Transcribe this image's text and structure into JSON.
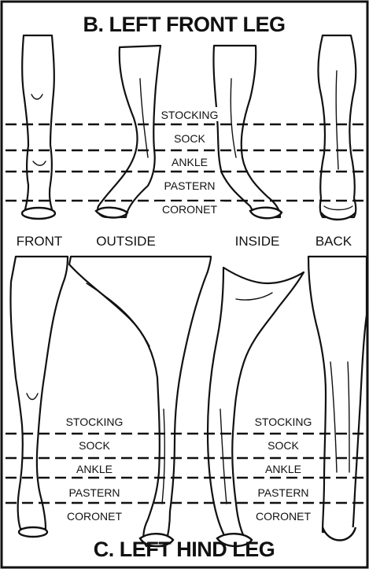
{
  "sections": {
    "front_leg": {
      "title": "B. LEFT FRONT LEG",
      "views": [
        "FRONT",
        "OUTSIDE",
        "INSIDE",
        "BACK"
      ],
      "zones": [
        "STOCKING",
        "SOCK",
        "ANKLE",
        "PASTERN",
        "CORONET"
      ]
    },
    "hind_leg": {
      "title": "C. LEFT HIND LEG",
      "zones_left": [
        "STOCKING",
        "SOCK",
        "ANKLE",
        "PASTERN",
        "CORONET"
      ],
      "zones_right": [
        "STOCKING",
        "SOCK",
        "ANKLE",
        "PASTERN",
        "CORONET"
      ]
    }
  },
  "colors": {
    "ink": "#111111",
    "background": "#ffffff"
  }
}
